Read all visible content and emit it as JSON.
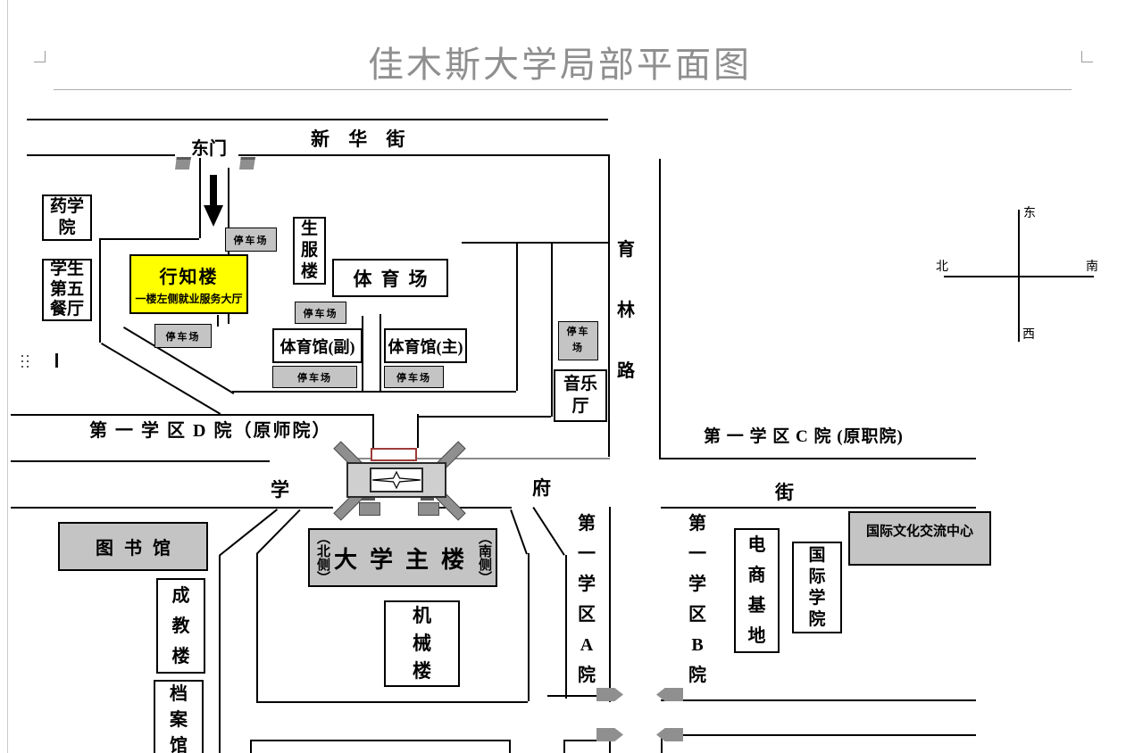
{
  "title": "佳木斯大学局部平面图",
  "labels": {
    "parking": "停车场"
  },
  "streets": {
    "xinhua": "新 华 街",
    "yulin": "育林路",
    "xuefu_xue": "学",
    "xuefu_fu": "府",
    "xuefu_jie": "街"
  },
  "gates": {
    "east": "东门"
  },
  "districts": {
    "d": "第 一 学 区 D 院（原师院）",
    "c": "第 一 学 区 C 院 (原职院)",
    "a": "第一学区A院",
    "b": "第一学区B院"
  },
  "buildings": {
    "pharmacy": "药学院",
    "canteen5": "学生第五餐厅",
    "xingzhi": "行知楼",
    "xingzhi_sub": "一楼左侧就业服务大厅",
    "shengfu": "生服楼",
    "stadium": "体育场",
    "gym_aux": "体育馆(副)",
    "gym_main": "体育馆(主)",
    "music_hall": "音乐厅",
    "library": "图书馆",
    "chengjiao": "成教楼",
    "archives": "档案馆",
    "main_building": "大学主楼",
    "main_north": "（北侧）",
    "main_south": "（南侧）",
    "machinery": "机械楼",
    "ecommerce": "电商基地",
    "intl_college": "国际学院",
    "intl_center": "国际文化交流中心"
  },
  "compass": {
    "top": "东",
    "bottom": "西",
    "left": "北",
    "right": "南"
  }
}
